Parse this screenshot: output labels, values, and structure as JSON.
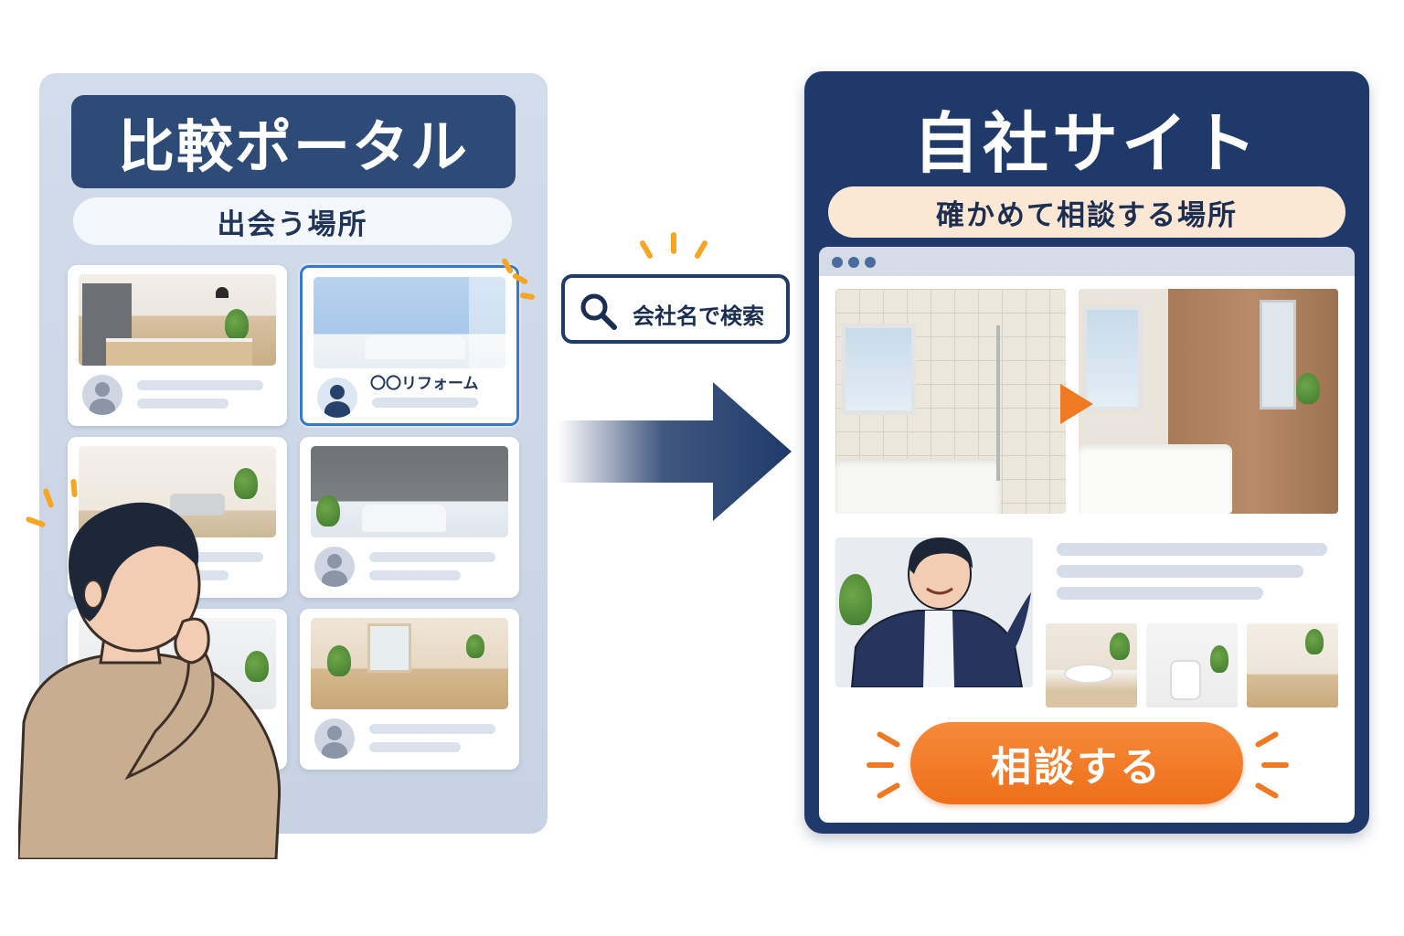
{
  "left": {
    "title": "比較ポータル",
    "subtitle": "出会う場所",
    "highlight_card_name": "〇〇リフォーム"
  },
  "center": {
    "search_label": "会社名で検索"
  },
  "right": {
    "title": "自社サイト",
    "subtitle": "確かめて相談する場所",
    "cta_label": "相談する"
  },
  "colors": {
    "navy": "#1f3a6a",
    "left_title_bg": "#2d4b76",
    "highlight_border": "#3a79c9",
    "accent_orange": "#ef6f1a",
    "burst_yellow": "#f6a623"
  },
  "icons": [
    "search-icon",
    "arrow-right-icon",
    "play-arrow-icon",
    "avatar-icon",
    "browser-dot-icon"
  ]
}
